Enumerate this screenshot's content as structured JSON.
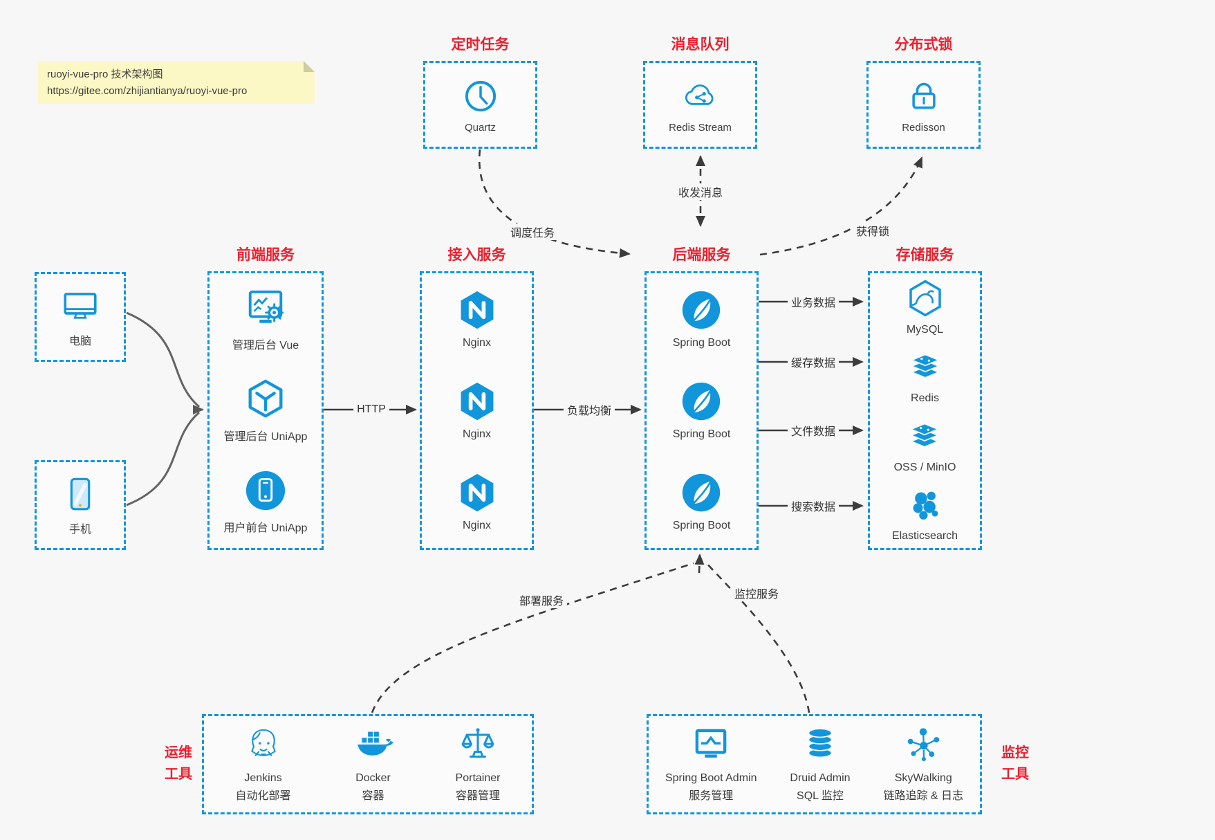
{
  "colors": {
    "accent_blue": "#1296db",
    "title_red": "#e8212d",
    "canvas_bg": "#f7f7f8",
    "note_bg": "#fbf8c5",
    "line_dark": "#3c3c3c",
    "line_gray": "#636363"
  },
  "note": {
    "line1": "ruoyi-vue-pro 技术架构图",
    "line2": "https://gitee.com/zhijiantianya/ruoyi-vue-pro"
  },
  "top_services": [
    {
      "title": "定时任务",
      "label": "Quartz",
      "icon": "clock-icon"
    },
    {
      "title": "消息队列",
      "label": "Redis Stream",
      "icon": "cloud-share-icon"
    },
    {
      "title": "分布式锁",
      "label": "Redisson",
      "icon": "lock-icon"
    }
  ],
  "clients": [
    {
      "label": "电脑",
      "icon": "desktop-icon"
    },
    {
      "label": "手机",
      "icon": "phone-icon"
    }
  ],
  "frontend": {
    "title": "前端服务",
    "items": [
      {
        "label": "管理后台 Vue",
        "icon": "admin-vue-icon"
      },
      {
        "label": "管理后台 UniApp",
        "icon": "uniapp-cube-icon"
      },
      {
        "label": "用户前台 UniApp",
        "icon": "user-app-icon"
      }
    ]
  },
  "gateway": {
    "title": "接入服务",
    "items": [
      {
        "label": "Nginx",
        "icon": "nginx-icon"
      },
      {
        "label": "Nginx",
        "icon": "nginx-icon"
      },
      {
        "label": "Nginx",
        "icon": "nginx-icon"
      }
    ]
  },
  "backend": {
    "title": "后端服务",
    "items": [
      {
        "label": "Spring Boot",
        "icon": "spring-leaf-icon"
      },
      {
        "label": "Spring Boot",
        "icon": "spring-leaf-icon"
      },
      {
        "label": "Spring Boot",
        "icon": "spring-leaf-icon"
      }
    ]
  },
  "storage": {
    "title": "存储服务",
    "items": [
      {
        "label": "MySQL",
        "icon": "mysql-dolphin-icon"
      },
      {
        "label": "Redis",
        "icon": "redis-stack-icon"
      },
      {
        "label": "OSS / MinIO",
        "icon": "oss-stack-icon"
      },
      {
        "label": "Elasticsearch",
        "icon": "elasticsearch-icon"
      }
    ]
  },
  "ops": {
    "side_title_line1": "运维",
    "side_title_line2": "工具",
    "items": [
      {
        "name": "Jenkins",
        "desc": "自动化部署",
        "icon": "jenkins-icon"
      },
      {
        "name": "Docker",
        "desc": "容器",
        "icon": "docker-icon"
      },
      {
        "name": "Portainer",
        "desc": "容器管理",
        "icon": "portainer-icon"
      }
    ]
  },
  "monitor": {
    "side_title_line1": "监控",
    "side_title_line2": "工具",
    "items": [
      {
        "name": "Spring Boot Admin",
        "desc": "服务管理",
        "icon": "spring-boot-admin-icon"
      },
      {
        "name": "Druid Admin",
        "desc": "SQL 监控",
        "icon": "druid-db-icon"
      },
      {
        "name": "SkyWalking",
        "desc": "链路追踪 & 日志",
        "icon": "skywalking-icon"
      }
    ]
  },
  "edge_labels": {
    "http": "HTTP",
    "load_balance": "负载均衡",
    "schedule": "调度任务",
    "mq": "收发消息",
    "lock": "获得锁",
    "business": "业务数据",
    "cache": "缓存数据",
    "file": "文件数据",
    "search": "搜索数据",
    "deploy": "部署服务",
    "monitoring": "监控服务"
  }
}
